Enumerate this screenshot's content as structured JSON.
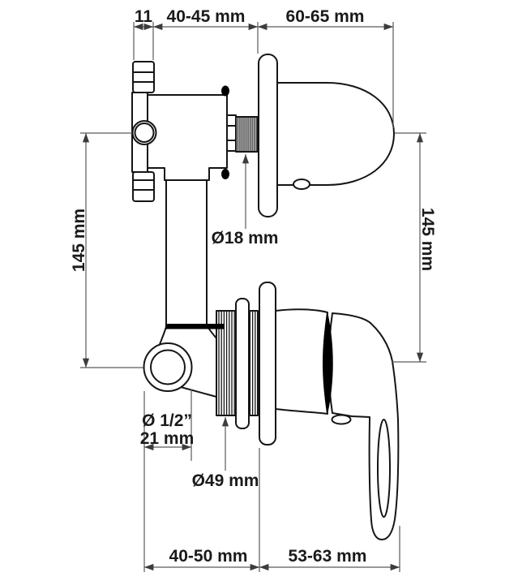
{
  "page": {
    "background": "#ffffff",
    "part_line_color": "#151515",
    "dim_line_color": "#5a5a5a",
    "text_color": "#1a1a1a"
  },
  "drawing": {
    "subject": "concealed shower mixer installation dimensional drawing",
    "dims": {
      "knob_offset": "11",
      "upper_wall_depth": "40-45 mm",
      "upper_front_depth": "60-65 mm",
      "left_height": "145 mm",
      "right_height": "145 mm",
      "thread_diameter": "Ø18 mm",
      "inlet_diameter_inch": "Ø 1/2”",
      "inlet_diameter_mm": "21 mm",
      "body_diameter": "Ø49 mm",
      "lower_wall_depth": "40-50 mm",
      "lower_front_depth": "53-63 mm"
    }
  }
}
